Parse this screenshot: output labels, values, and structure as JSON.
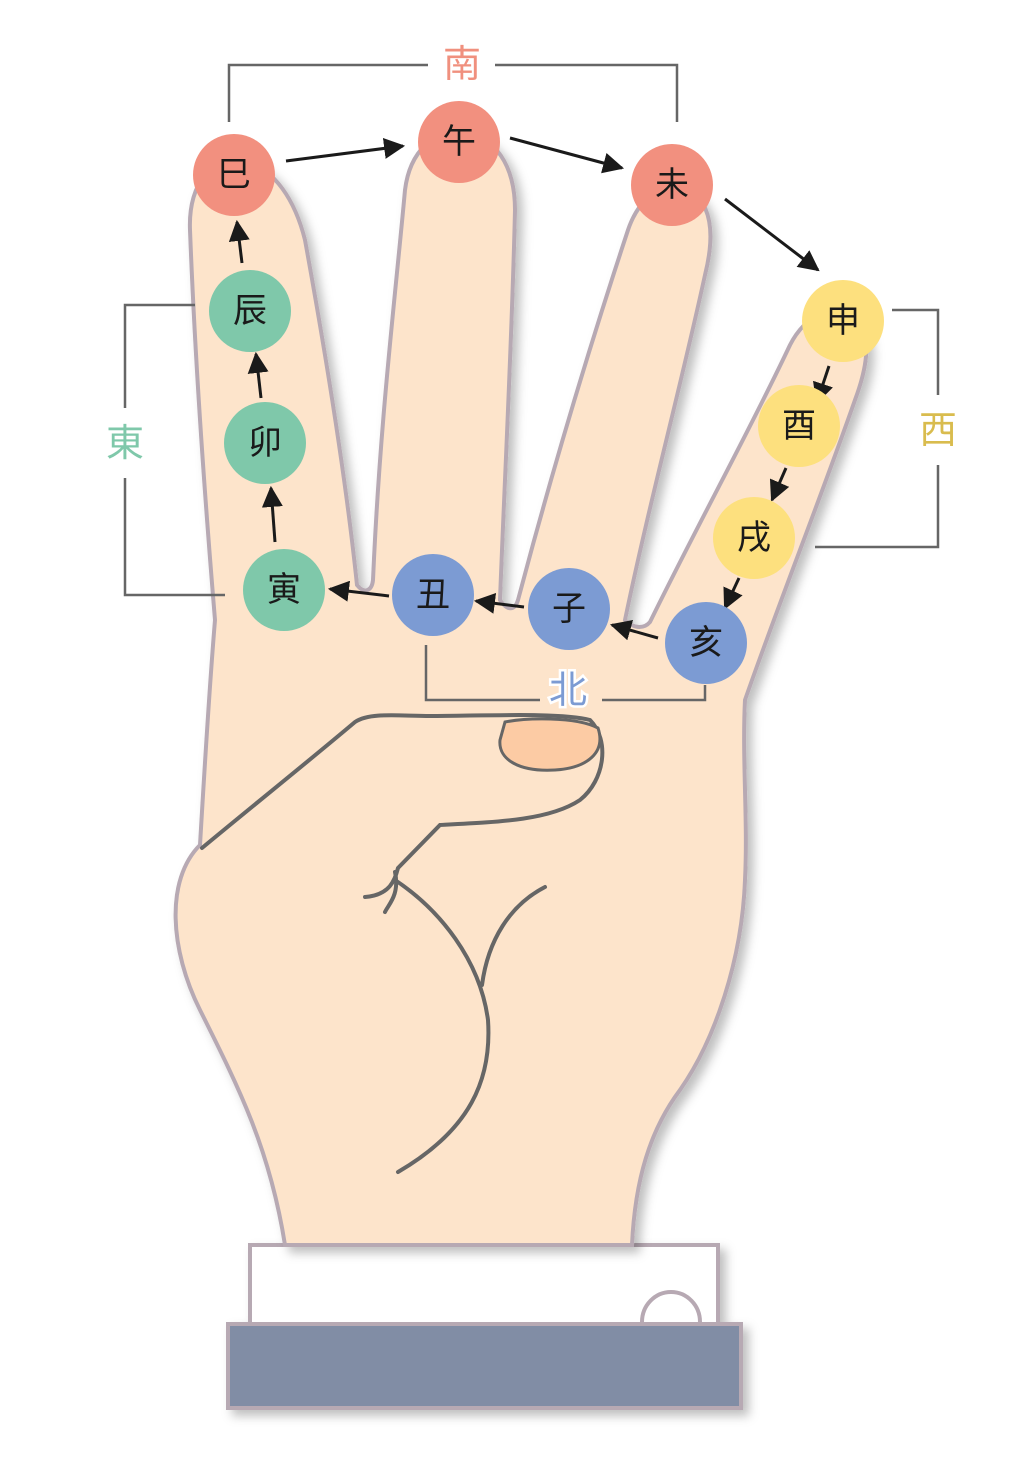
{
  "directions": {
    "south": {
      "label": "南",
      "color": "#F0907E"
    },
    "east": {
      "label": "東",
      "color": "#7FC8AA"
    },
    "west": {
      "label": "西",
      "color": "#D9BC4E"
    },
    "north": {
      "label": "北",
      "color": "#7C9BD3"
    }
  },
  "branches": [
    {
      "label": "子",
      "group": "north"
    },
    {
      "label": "丑",
      "group": "north"
    },
    {
      "label": "寅",
      "group": "east"
    },
    {
      "label": "卯",
      "group": "east"
    },
    {
      "label": "辰",
      "group": "east"
    },
    {
      "label": "巳",
      "group": "south"
    },
    {
      "label": "午",
      "group": "south"
    },
    {
      "label": "未",
      "group": "south"
    },
    {
      "label": "申",
      "group": "west"
    },
    {
      "label": "酉",
      "group": "west"
    },
    {
      "label": "戌",
      "group": "west"
    },
    {
      "label": "亥",
      "group": "north"
    }
  ],
  "colors": {
    "skin": "#FDE4CB",
    "outline": "#B7A9B3",
    "bracket": "#666666",
    "sleeve": "#818DA5",
    "cuff": "#FFFFFF",
    "thumbnail": "#FCCBA4",
    "red": "#F2907F",
    "green": "#7FC8AA",
    "yellow": "#FDE07E",
    "blue": "#7C9BD3"
  }
}
